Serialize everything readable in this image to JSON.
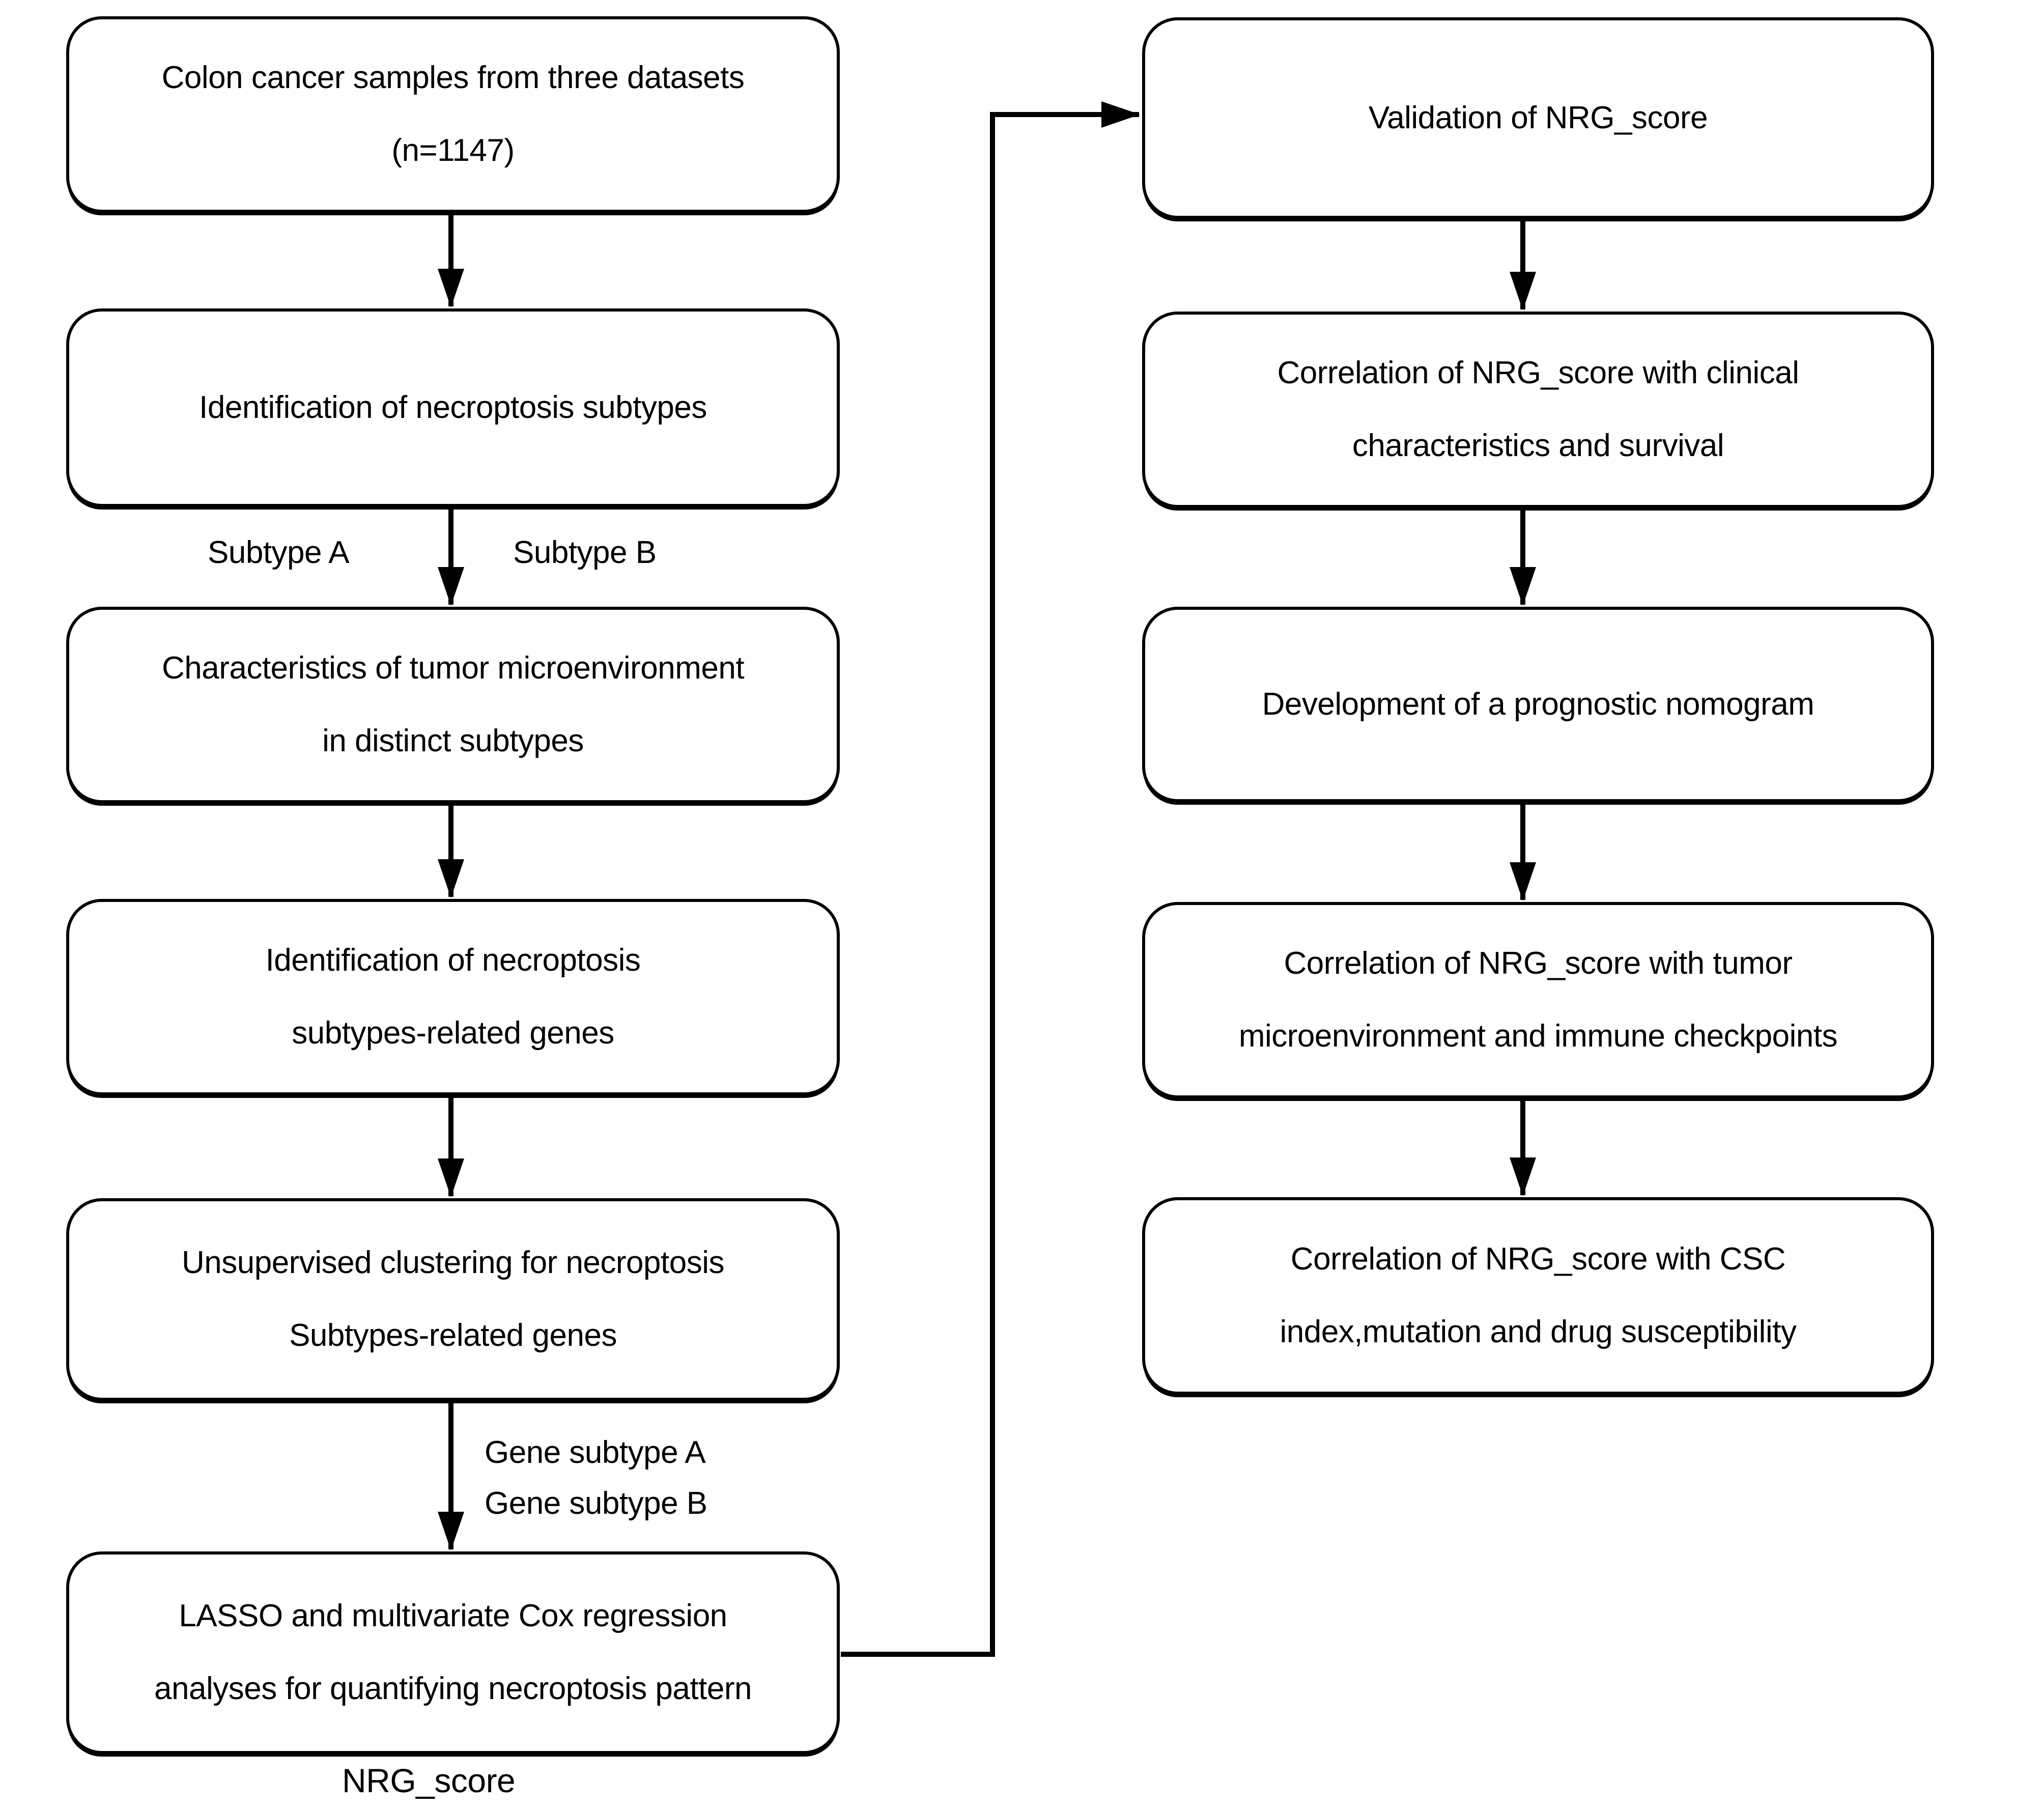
{
  "colors": {
    "background": "#ffffff",
    "stroke": "#000000",
    "text": "#000000"
  },
  "left_column": {
    "box1": {
      "line1": "Colon cancer samples from three datasets",
      "line2": "(n=1147)"
    },
    "box2": {
      "line1": "Identification of necroptosis subtypes"
    },
    "box3": {
      "line1": "Characteristics of tumor microenvironment",
      "line2": "in distinct subtypes"
    },
    "box4": {
      "line1": "Identification of necroptosis",
      "line2": "subtypes-related genes"
    },
    "box5": {
      "line1": "Unsupervised clustering for necroptosis",
      "line2": "Subtypes-related genes"
    },
    "box6": {
      "line1": "LASSO and multivariate Cox regression",
      "line2": "analyses for quantifying necroptosis pattern"
    },
    "label_subtype_a": "Subtype A",
    "label_subtype_b": "Subtype B",
    "label_gene_subtype_a": "Gene subtype A",
    "label_gene_subtype_b": "Gene subtype B",
    "label_nrg_score": "NRG_score"
  },
  "right_column": {
    "box1": {
      "line1": "Validation of NRG_score"
    },
    "box2": {
      "line1": "Correlation of NRG_score with clinical",
      "line2": "characteristics and survival"
    },
    "box3": {
      "line1": "Development of a prognostic nomogram"
    },
    "box4": {
      "line1": "Correlation of NRG_score with tumor",
      "line2": "microenvironment and immune checkpoints"
    },
    "box5": {
      "line1": "Correlation of NRG_score with CSC",
      "line2": "index,mutation and drug susceptibility"
    }
  }
}
